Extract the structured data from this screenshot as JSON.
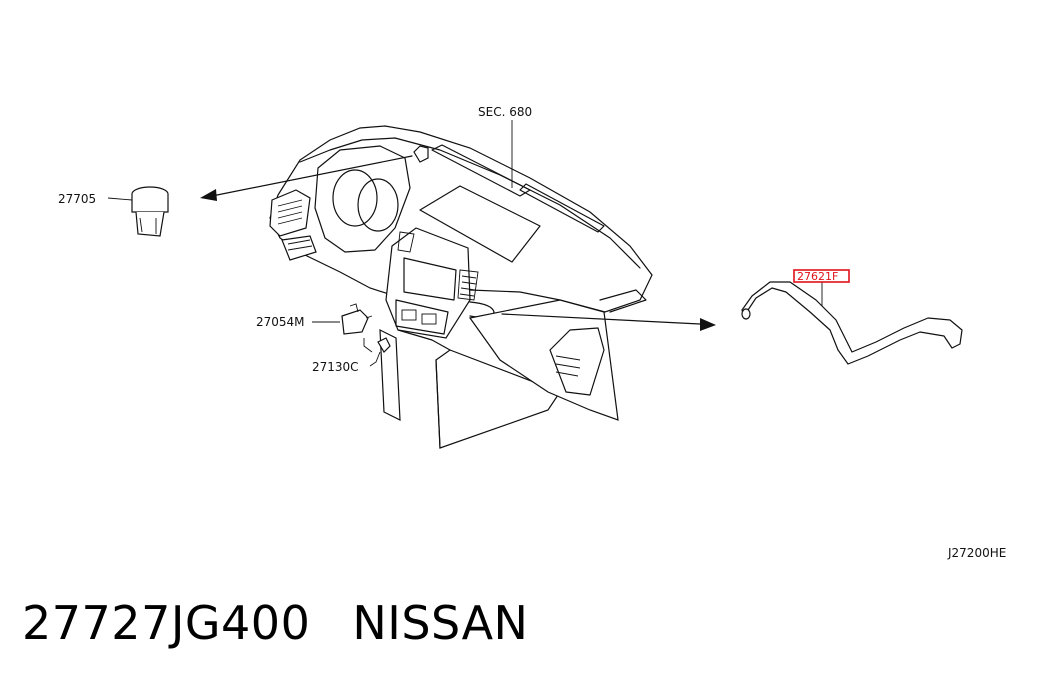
{
  "diagram": {
    "callouts": {
      "sec": "SEC. 680",
      "part_27705": "27705",
      "part_27054M": "27054M",
      "part_27130C": "27130C",
      "part_27621F": "27621F",
      "drawing_code": "J27200HE"
    },
    "highlight_color": "#e0121b"
  },
  "caption": {
    "part_number": "27727JG400",
    "brand": "NISSAN"
  }
}
